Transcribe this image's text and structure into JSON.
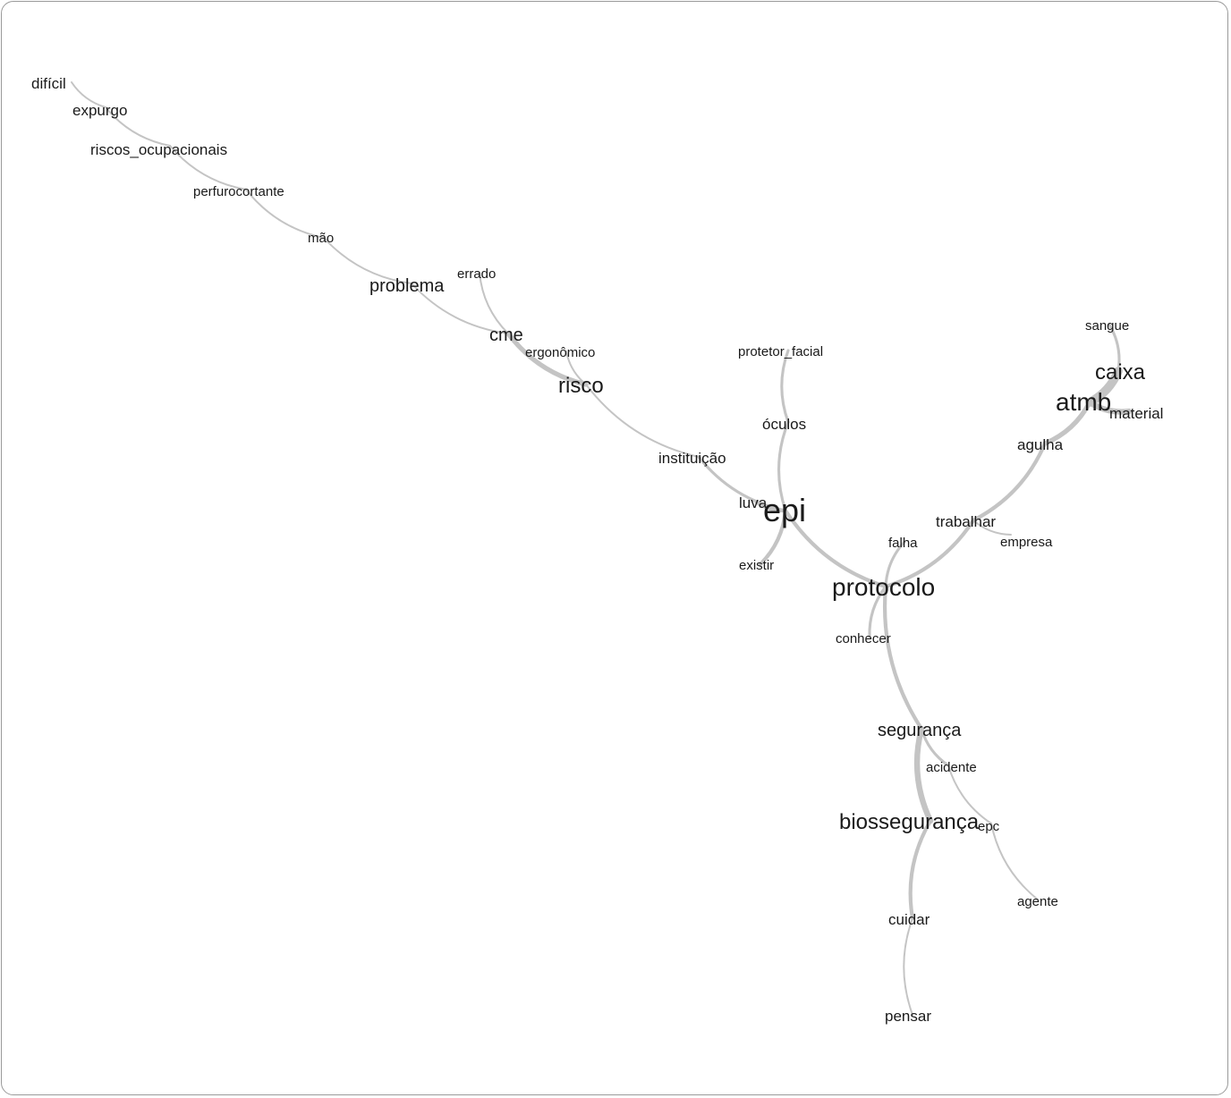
{
  "graph": {
    "nodes": [
      {
        "id": "dificil",
        "label": "difícil",
        "weight": 2
      },
      {
        "id": "expurgo",
        "label": "expurgo",
        "weight": 2
      },
      {
        "id": "riscos_ocupacionais",
        "label": "riscos_ocupacionais",
        "weight": 2
      },
      {
        "id": "perfurocortante",
        "label": "perfurocortante",
        "weight": 1
      },
      {
        "id": "mao",
        "label": "mão",
        "weight": 1
      },
      {
        "id": "problema",
        "label": "problema",
        "weight": 3
      },
      {
        "id": "errado",
        "label": "errado",
        "weight": 1
      },
      {
        "id": "cme",
        "label": "cme",
        "weight": 3
      },
      {
        "id": "ergonomico",
        "label": "ergonômico",
        "weight": 1
      },
      {
        "id": "risco",
        "label": "risco",
        "weight": 4
      },
      {
        "id": "instituicao",
        "label": "instituição",
        "weight": 2
      },
      {
        "id": "protetor_facial",
        "label": "protetor_facial",
        "weight": 1
      },
      {
        "id": "oculos",
        "label": "óculos",
        "weight": 2
      },
      {
        "id": "luva",
        "label": "luva",
        "weight": 2
      },
      {
        "id": "epi",
        "label": "epi",
        "weight": 6
      },
      {
        "id": "existir",
        "label": "existir",
        "weight": 1
      },
      {
        "id": "falha",
        "label": "falha",
        "weight": 1
      },
      {
        "id": "trabalhar",
        "label": "trabalhar",
        "weight": 2
      },
      {
        "id": "empresa",
        "label": "empresa",
        "weight": 1
      },
      {
        "id": "protocolo",
        "label": "protocolo",
        "weight": 5
      },
      {
        "id": "conhecer",
        "label": "conhecer",
        "weight": 1
      },
      {
        "id": "sangue",
        "label": "sangue",
        "weight": 1
      },
      {
        "id": "caixa",
        "label": "caixa",
        "weight": 4
      },
      {
        "id": "atmb",
        "label": "atmb",
        "weight": 5
      },
      {
        "id": "material",
        "label": "material",
        "weight": 2
      },
      {
        "id": "agulha",
        "label": "agulha",
        "weight": 2
      },
      {
        "id": "seguranca",
        "label": "segurança",
        "weight": 3
      },
      {
        "id": "acidente",
        "label": "acidente",
        "weight": 1
      },
      {
        "id": "biosseguranca",
        "label": "biossegurança",
        "weight": 4
      },
      {
        "id": "epc",
        "label": "epc",
        "weight": 1
      },
      {
        "id": "agente",
        "label": "agente",
        "weight": 1
      },
      {
        "id": "cuidar",
        "label": "cuidar",
        "weight": 2
      },
      {
        "id": "pensar",
        "label": "pensar",
        "weight": 2
      }
    ],
    "edges": [
      {
        "source": "dificil",
        "target": "expurgo",
        "strength": 1
      },
      {
        "source": "expurgo",
        "target": "riscos_ocupacionais",
        "strength": 1
      },
      {
        "source": "riscos_ocupacionais",
        "target": "perfurocortante",
        "strength": 1
      },
      {
        "source": "perfurocortante",
        "target": "mao",
        "strength": 1
      },
      {
        "source": "mao",
        "target": "problema",
        "strength": 1
      },
      {
        "source": "problema",
        "target": "cme",
        "strength": 1
      },
      {
        "source": "errado",
        "target": "cme",
        "strength": 1
      },
      {
        "source": "cme",
        "target": "risco",
        "strength": 4
      },
      {
        "source": "ergonomico",
        "target": "risco",
        "strength": 1
      },
      {
        "source": "risco",
        "target": "instituicao",
        "strength": 1
      },
      {
        "source": "instituicao",
        "target": "epi",
        "strength": 2
      },
      {
        "source": "protetor_facial",
        "target": "oculos",
        "strength": 2
      },
      {
        "source": "oculos",
        "target": "epi",
        "strength": 2
      },
      {
        "source": "luva",
        "target": "epi",
        "strength": 3
      },
      {
        "source": "existir",
        "target": "epi",
        "strength": 3
      },
      {
        "source": "epi",
        "target": "protocolo",
        "strength": 3
      },
      {
        "source": "falha",
        "target": "protocolo",
        "strength": 2
      },
      {
        "source": "protocolo",
        "target": "trabalhar",
        "strength": 3
      },
      {
        "source": "trabalhar",
        "target": "empresa",
        "strength": 1
      },
      {
        "source": "trabalhar",
        "target": "agulha",
        "strength": 3
      },
      {
        "source": "agulha",
        "target": "atmb",
        "strength": 4
      },
      {
        "source": "atmb",
        "target": "caixa",
        "strength": 8
      },
      {
        "source": "atmb",
        "target": "material",
        "strength": 5
      },
      {
        "source": "caixa",
        "target": "sangue",
        "strength": 2
      },
      {
        "source": "protocolo",
        "target": "conhecer",
        "strength": 2
      },
      {
        "source": "protocolo",
        "target": "seguranca",
        "strength": 3
      },
      {
        "source": "seguranca",
        "target": "acidente",
        "strength": 2
      },
      {
        "source": "seguranca",
        "target": "biosseguranca",
        "strength": 5
      },
      {
        "source": "acidente",
        "target": "epc",
        "strength": 1
      },
      {
        "source": "epc",
        "target": "agente",
        "strength": 1
      },
      {
        "source": "biosseguranca",
        "target": "cuidar",
        "strength": 3
      },
      {
        "source": "cuidar",
        "target": "pensar",
        "strength": 1
      }
    ]
  }
}
